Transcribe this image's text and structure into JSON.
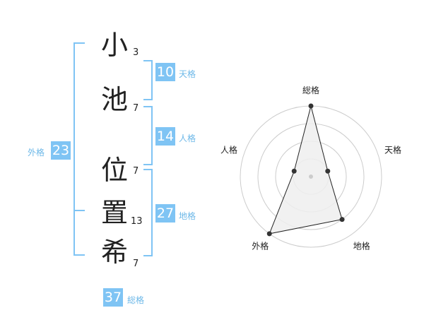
{
  "name_chars": [
    {
      "char": "小",
      "strokes": "3"
    },
    {
      "char": "池",
      "strokes": "7"
    },
    {
      "char": "位",
      "strokes": "7"
    },
    {
      "char": "置",
      "strokes": "13"
    },
    {
      "char": "希",
      "strokes": "7"
    }
  ],
  "fortunes": {
    "tenkaku": {
      "value": "10",
      "label": "天格"
    },
    "jinkaku": {
      "value": "14",
      "label": "人格"
    },
    "chikaku": {
      "value": "27",
      "label": "地格"
    },
    "gaikaku": {
      "value": "23",
      "label": "外格"
    },
    "soukaku": {
      "value": "37",
      "label": "総格"
    }
  },
  "chart_data": {
    "type": "radar",
    "axes": [
      "総格",
      "天格",
      "地格",
      "外格",
      "人格"
    ],
    "values": [
      4,
      1,
      3,
      4,
      1
    ],
    "max": 4,
    "rings": 4,
    "colors": {
      "fill": "#efefef",
      "line": "#222222",
      "grid": "#cccccc",
      "point": "#333333"
    }
  }
}
